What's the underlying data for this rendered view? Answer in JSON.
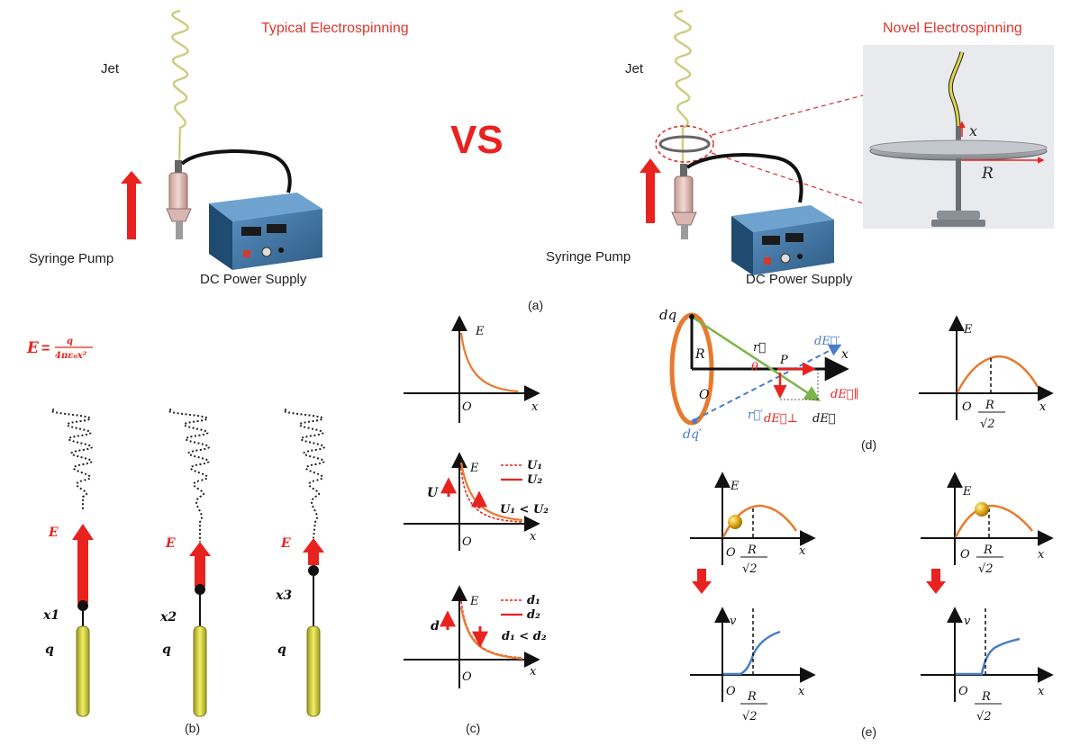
{
  "panel_a": {
    "left_title": "Typical Electrospinning",
    "right_title": "Novel Electrospinning",
    "vs": "VS",
    "jet": "Jet",
    "syringe_pump": "Syringe Pump",
    "dc_power_supply": "DC Power Supply",
    "inset_x": "x",
    "inset_R": "R",
    "caption": "(a)"
  },
  "panel_b": {
    "formula_E": "E",
    "formula_eq": "=",
    "formula_num": "q",
    "formula_den": "4πε₀x²",
    "E_label": "E",
    "positions": [
      "x1",
      "x2",
      "x3"
    ],
    "charge": "q",
    "caption": "(b)"
  },
  "panel_c": {
    "axis_E": "E",
    "axis_x": "x",
    "origin": "O",
    "U_label": "U",
    "U1": "U₁",
    "U2": "U₂",
    "U_compare": "U₁ < U₂",
    "d_label": "d",
    "d1": "d₁",
    "d2": "d₂",
    "d_compare": "d₁ < d₂",
    "caption": "(c)"
  },
  "panel_d": {
    "dq": "dq",
    "dq_prime": "dq′",
    "R": "R",
    "O": "O",
    "r_vec": "r⃗",
    "r_prime_vec": "r⃗′",
    "theta": "θ",
    "P": "P",
    "x": "x",
    "dE_prime": "dE⃗′",
    "dE_parallel": "dE⃗∥",
    "dE_perp": "dE⃗⊥",
    "dE": "dE⃗",
    "graph_E": "E",
    "graph_O": "O",
    "graph_x": "x",
    "graph_R": "R",
    "graph_sqrt2": "√2",
    "caption": "(d)"
  },
  "panel_e": {
    "E": "E",
    "v": "v",
    "O": "O",
    "x": "x",
    "R": "R",
    "sqrt2": "√2",
    "caption": "(e)"
  },
  "colors": {
    "red": "#e8231f",
    "orange": "#e87a2e",
    "blue": "#4a7cc7",
    "green": "#7ab648",
    "yellow": "#d8d23a",
    "device": "#2e5f8a",
    "axis": "#111111"
  }
}
